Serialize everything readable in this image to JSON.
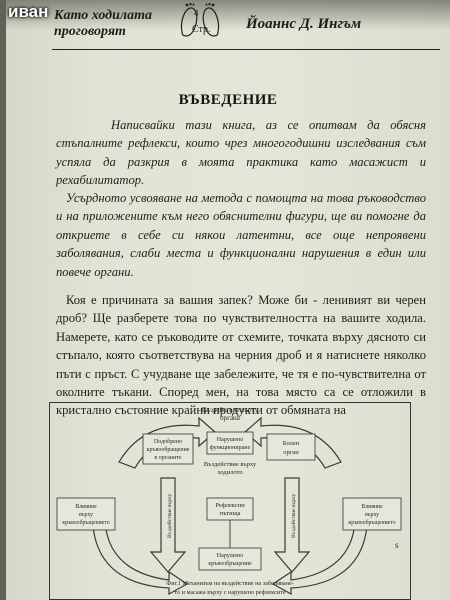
{
  "watermark": "иван",
  "header": {
    "book_title_line1": "Като ходилата",
    "book_title_line2": "проговорят",
    "page_number": "4",
    "page_abbr": "Стр.",
    "author": "Йоаннс Д. Ингъм"
  },
  "section_title": "ВЪВЕДЕНИЕ",
  "paragraphs": [
    "Написвайки тази книга, аз се опитвам да обясня стъпалните рефлекси, които чрез многогодишни изследвания съм успяла да разкрия в моята практика като масажист и рехабилитатор.",
    "Усърдното усвояване на метода с помощта на това ръководство и на приложените към него обяснителни фигури, ще ви помогне да откриете в себе си някои латентни, все още непроявени заболявания, слаби места и функционални нарушения в един или повече органи.",
    "Коя е причината за вашия запек? Може би - ленивият ви черен дроб? Ще разберете това по чувствителността на вашите ходила. Намерете, като се ръководите от схемите, точката върху дясното си стъпало, която съответствува на черния дроб и я натиснете няколко пъти с пръст. С учудване ще забележите, че тя е по-чувствителна от околните тъкани. Според мен, на това място са се отложили в кристално състояние крайни продукти от обмяната на"
  ],
  "diagram": {
    "top_label_1": "Въздействие върху",
    "top_label_2": "органа",
    "box_top_1": "Нарушено",
    "box_top_2": "функциониране",
    "mid_label_1": "Въздействие върху",
    "mid_label_2": "ходилото",
    "box_center_1": "Рефлексни",
    "box_center_2": "пътища",
    "box_bottom_1": "Нарушено",
    "box_bottom_2": "кръвообръщение",
    "box_left_1": "Подобрено",
    "box_left_2": "кръвообращение",
    "box_left_3": "в органите",
    "box_right_1": "Болен",
    "box_right_2": "орган",
    "box_far_left_1": "Влияние",
    "box_far_left_2": "върху",
    "box_far_left_3": "кръвообръщението",
    "box_far_right_1": "Влияние",
    "box_far_right_2": "върху",
    "box_far_right_3": "кръвообръщението",
    "arrow_text_left": "Въздействие върху",
    "arrow_text_right": "Въздействие върху",
    "side_mark": "s",
    "caption_1": "Фиг.1 Механизъм на въздействие на заболяване-",
    "caption_2": "то и масажа върху с нарушено рефлексите"
  }
}
